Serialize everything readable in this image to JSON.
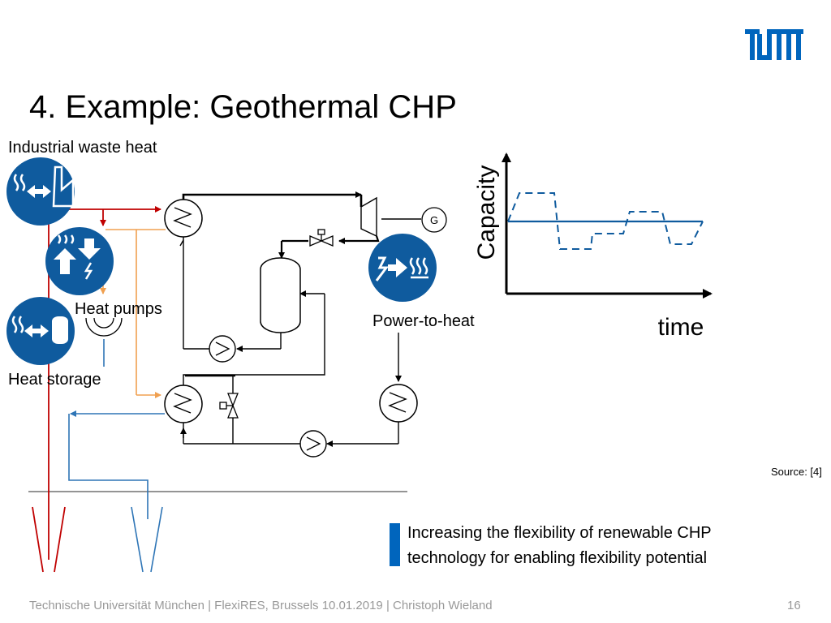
{
  "title": "4. Example: Geothermal CHP",
  "logo": {
    "text": "TUM",
    "color": "#0065bd"
  },
  "diagram": {
    "labels": {
      "industrial_waste_heat": "Industrial waste heat",
      "heat_pumps": "Heat pumps",
      "heat_storage": "Heat storage",
      "power_to_heat": "Power-to-heat",
      "generator": "G"
    },
    "icons": [
      "waste-heat-factory-icon",
      "heat-pump-icon",
      "heat-storage-tank-icon",
      "power-to-heat-icon"
    ],
    "colors": {
      "icon_blue": "#0f5b9e",
      "hot_line": "#c00000",
      "warm_line": "#f0a050",
      "cold_line": "#2e75b6"
    }
  },
  "graph": {
    "ylabel": "Capacity",
    "xlabel": "time",
    "series": [
      "constant",
      "flexible"
    ],
    "colors": {
      "constant": "#0f5b9e",
      "flexible": "#0f5b9e"
    }
  },
  "source": "Source: [4]",
  "note": {
    "line1": "Increasing the flexibility of renewable CHP",
    "line2": "technology for enabling flexibility potential",
    "accent": "#0065bd"
  },
  "footer": {
    "text": "Technische Universität München | FlexiRES, Brussels 10.01.2019 | Christoph Wieland",
    "page": "16"
  }
}
